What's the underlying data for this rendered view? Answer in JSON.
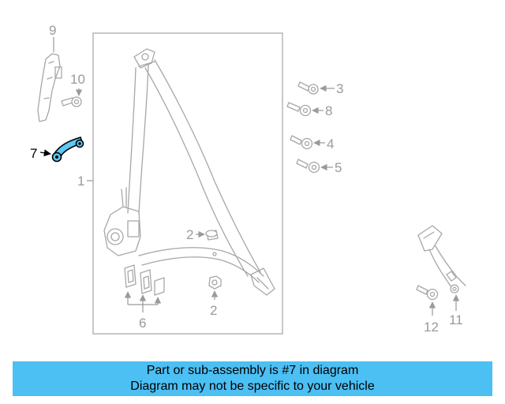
{
  "diagram": {
    "callouts": {
      "c9": "9",
      "c10": "10",
      "c3": "3",
      "c8": "8",
      "c4": "4",
      "c5": "5",
      "c7": "7",
      "c1": "1",
      "c2a": "2",
      "c2b": "2",
      "c6": "6",
      "c12": "12",
      "c11": "11"
    },
    "highlight_color": "#5ec8f5"
  },
  "banner": {
    "line1": "Part or sub-assembly is #7 in diagram",
    "line2": "Diagram may not be specific to your vehicle",
    "background": "#4cbff3"
  }
}
